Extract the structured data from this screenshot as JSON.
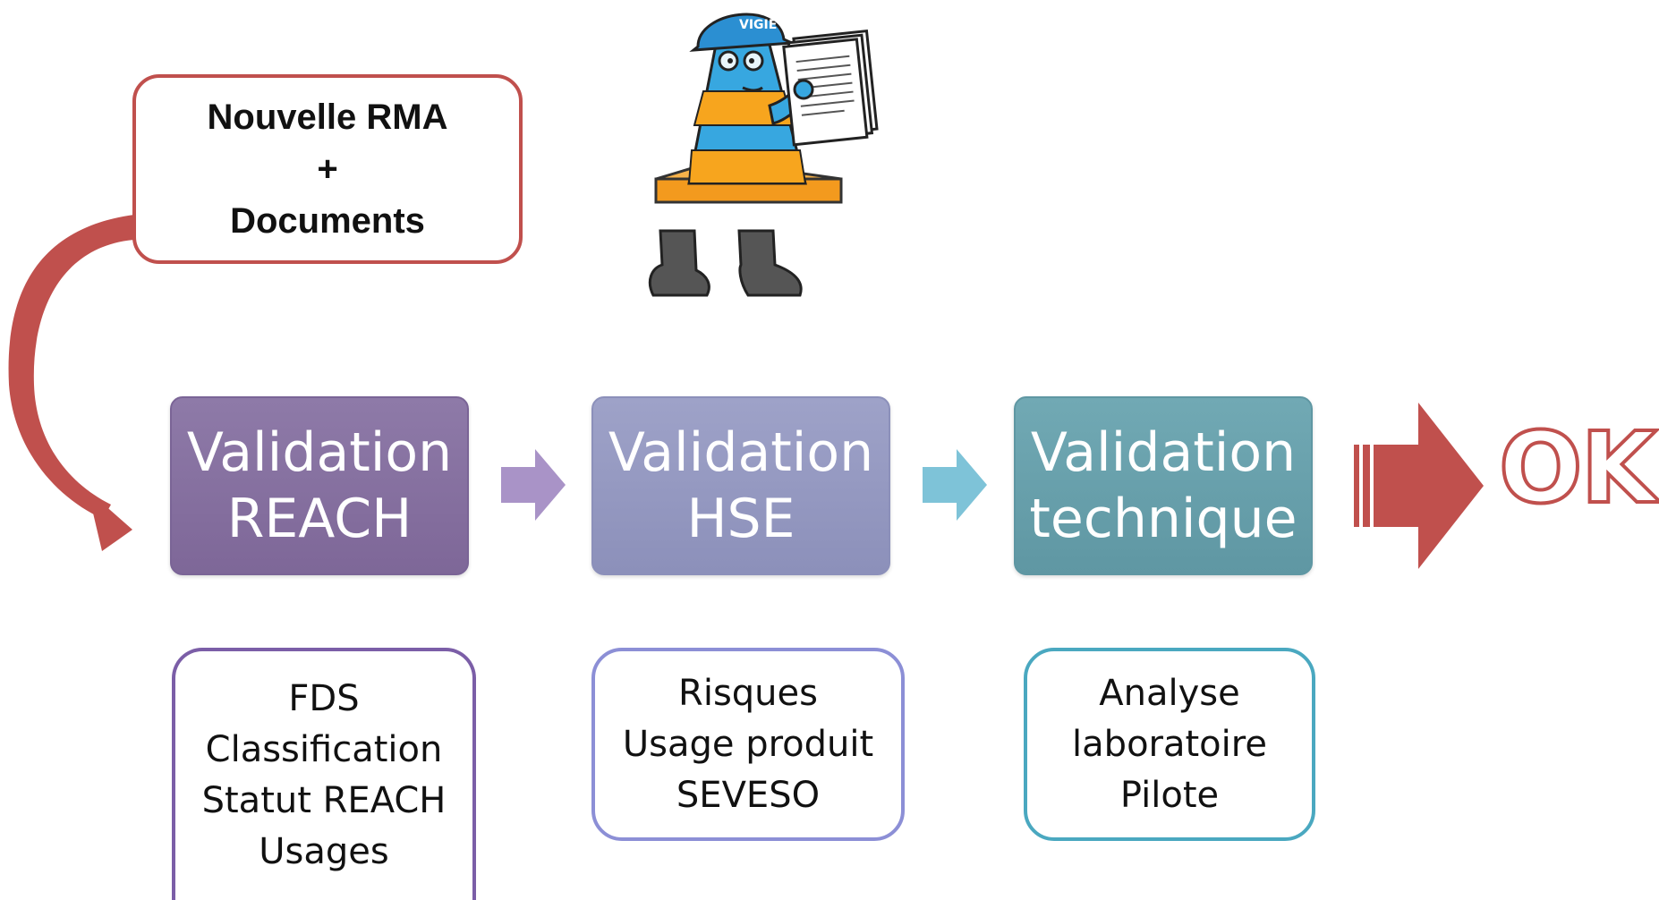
{
  "start": {
    "line1": "Nouvelle RMA",
    "line2": "+",
    "line3": "Documents"
  },
  "stages": [
    {
      "line1": "Validation",
      "line2": "REACH",
      "color": "#8a73a3"
    },
    {
      "line1": "Validation",
      "line2": "HSE",
      "color": "#979bc3"
    },
    {
      "line1": "Validation",
      "line2": "technique",
      "color": "#6aa3ae"
    }
  ],
  "details": [
    {
      "lines": [
        "FDS",
        "Classification",
        "Statut REACH",
        "Usages"
      ],
      "border": "#7b5ea7"
    },
    {
      "lines": [
        "Risques",
        "Usage produit",
        "SEVESO"
      ],
      "border": "#8c8fd6"
    },
    {
      "lines": [
        "Analyse",
        "laboratoire",
        "Pilote"
      ],
      "border": "#4aa8c0"
    }
  ],
  "result": {
    "label": "OK",
    "color": "#c0504d"
  },
  "mascot": {
    "helmet_text": "VIGIE",
    "icon": "safety-cone-mascot-icon"
  }
}
